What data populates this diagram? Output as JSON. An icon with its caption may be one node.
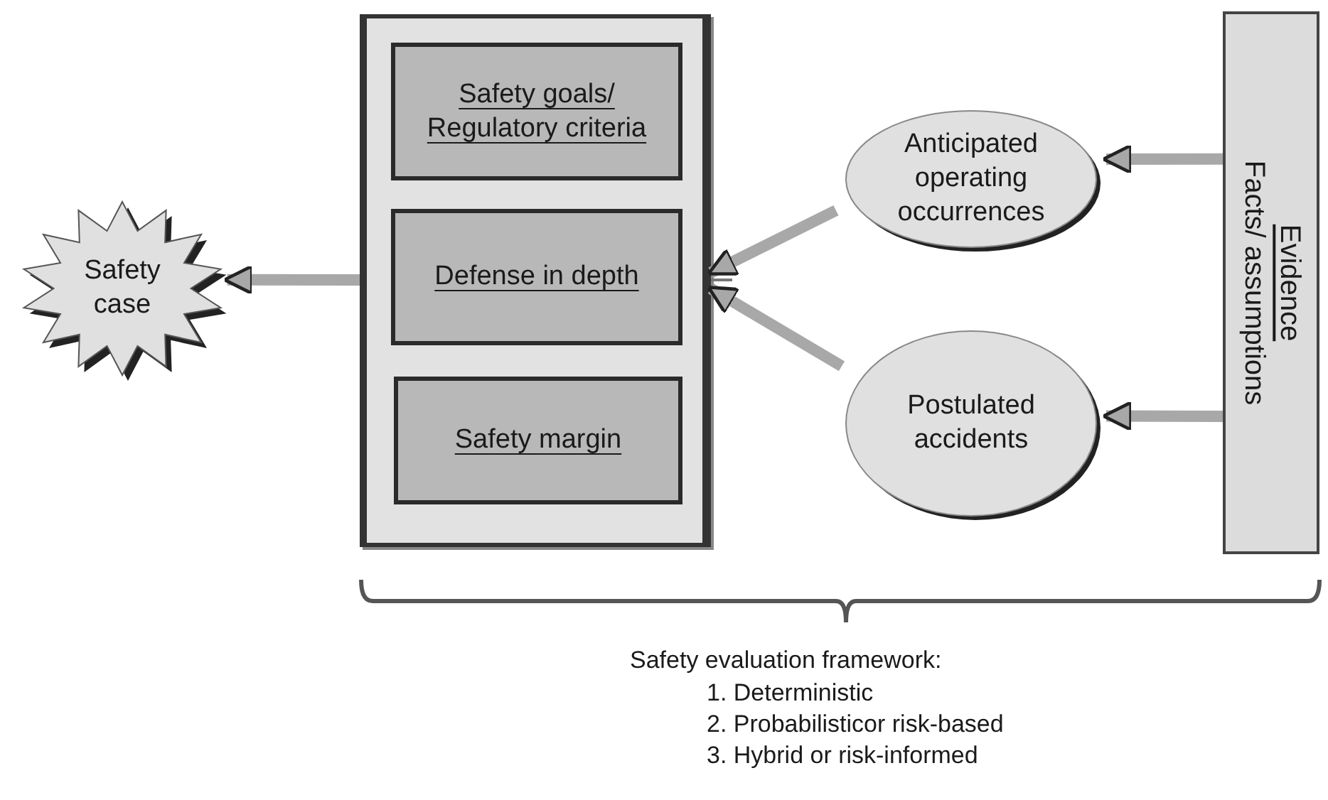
{
  "diagram": {
    "nodes": [
      {
        "text": [
          "Safety case"
        ]
      },
      {
        "text": [],
        "shape": "box"
      },
      {
        "text": [
          "Safety goals/ Regulatory criteria"
        ],
        "in": 1
      },
      {
        "text": [
          "Defense in depth"
        ],
        "in": 1
      },
      {
        "text": [
          "Safety margin"
        ],
        "in": 1
      },
      {
        "text": [
          "Anticipated operating occurrences"
        ]
      },
      {
        "text": [
          "Postulated accidents"
        ]
      },
      {
        "text": [
          "Evidence",
          "Facts/ assumptions"
        ]
      }
    ],
    "edges": [
      {
        "from": 1,
        "to": 0,
        "arrow": "to"
      },
      {
        "from": 5,
        "to": 1,
        "arrow": "to"
      },
      {
        "from": 6,
        "to": 1,
        "arrow": "to"
      },
      {
        "from": 7,
        "to": 5,
        "arrow": "to"
      },
      {
        "from": 7,
        "to": 6,
        "arrow": "to"
      }
    ],
    "labels": [
      "Safety evaluation framework:",
      "1. Deterministic",
      "2. Probabilisticor risk-based",
      "3. Hybrid or risk-informed"
    ]
  }
}
